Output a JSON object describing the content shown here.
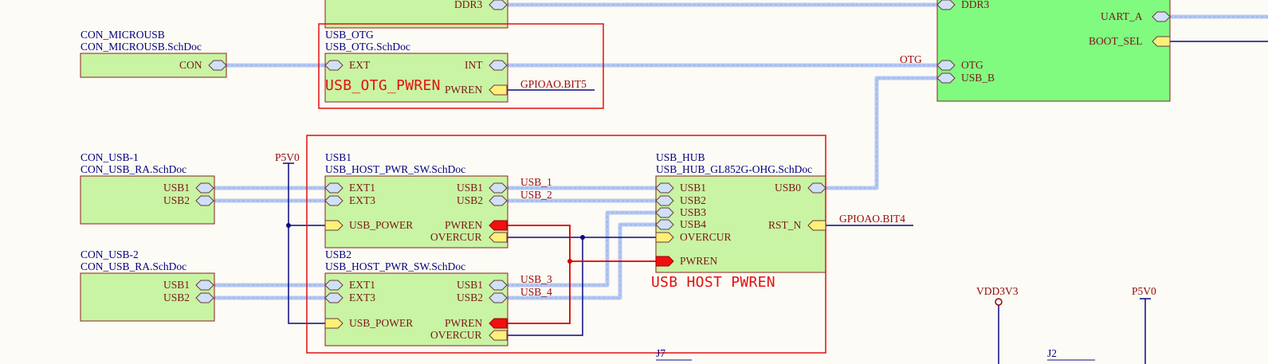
{
  "blocks": {
    "ddr_top": {
      "port_ddr3": "DDR3"
    },
    "mcu": {
      "ports": {
        "ddr3": "DDR3",
        "uart_a": "UART_A",
        "boot_sel": "BOOT_SEL",
        "otg": "OTG",
        "usb_b": "USB_B"
      }
    },
    "con_microusb": {
      "designator": "CON_MICROUSB",
      "file": "CON_MICROUSB.SchDoc",
      "ports": {
        "con": "CON"
      }
    },
    "usb_otg": {
      "designator": "USB_OTG",
      "file": "USB_OTG.SchDoc",
      "ports": {
        "ext": "EXT",
        "int": "INT",
        "pwren": "PWREN"
      }
    },
    "con_usb_1": {
      "designator": "CON_USB-1",
      "file": "CON_USB_RA.SchDoc",
      "ports": {
        "usb1": "USB1",
        "usb2": "USB2"
      }
    },
    "con_usb_2": {
      "designator": "CON_USB-2",
      "file": "CON_USB_RA.SchDoc",
      "ports": {
        "usb1": "USB1",
        "usb2": "USB2"
      }
    },
    "usb1": {
      "designator": "USB1",
      "file": "USB_HOST_PWR_SW.SchDoc",
      "ports": {
        "ext1": "EXT1",
        "ext3": "EXT3",
        "usb_power": "USB_POWER",
        "usb1": "USB1",
        "usb2": "USB2",
        "pwren": "PWREN",
        "overcur": "OVERCUR"
      }
    },
    "usb2": {
      "designator": "USB2",
      "file": "USB_HOST_PWR_SW.SchDoc",
      "ports": {
        "ext1": "EXT1",
        "ext3": "EXT3",
        "usb_power": "USB_POWER",
        "usb1": "USB1",
        "usb2": "USB2",
        "pwren": "PWREN",
        "overcur": "OVERCUR"
      }
    },
    "usb_hub": {
      "designator": "USB_HUB",
      "file": "USB_HUB_GL852G-OHG.SchDoc",
      "ports": {
        "usb1": "USB1",
        "usb2": "USB2",
        "usb3": "USB3",
        "usb4": "USB4",
        "overcur": "OVERCUR",
        "pwren": "PWREN",
        "usb0": "USB0",
        "rst_n": "RST_N"
      }
    }
  },
  "nets": {
    "otg": "OTG",
    "gpioao_bit5": "GPIOAO.BIT5",
    "gpioao_bit4": "GPIOAO.BIT4",
    "usb_1": "USB_1",
    "usb_2": "USB_2",
    "usb_3": "USB_3",
    "usb_4": "USB_4"
  },
  "power": {
    "p5v0_left": "P5V0",
    "vdd3v3": "VDD3V3",
    "p5v0_right": "P5V0"
  },
  "groups": {
    "usb_otg_pwren": "USB_OTG_PWREN",
    "usb_host_pwren": "USB HOST PWREN"
  },
  "bottom": {
    "j7": "J7",
    "j2": "J2"
  },
  "colors": {
    "block_fill": "#c9f4a3",
    "mcu_fill": "#80fb80",
    "bus": "#b4c8f4",
    "wire": "#0b0b84",
    "red": "#e21010",
    "background": "#fdfbf5"
  }
}
